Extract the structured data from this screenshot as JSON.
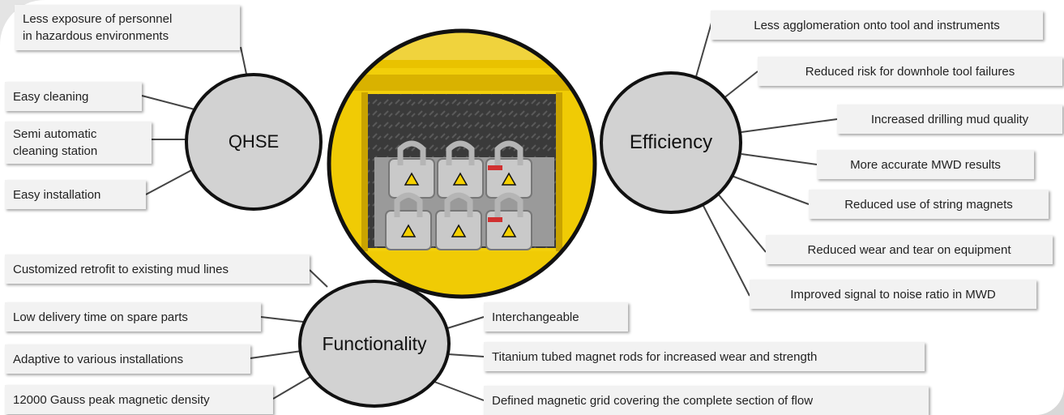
{
  "hubs": {
    "qhse": "QHSE",
    "efficiency": "Efficiency",
    "functionality": "Functionality"
  },
  "qhse_items": [
    "Less exposure  of personnel\nin hazardous environments",
    "Easy cleaning",
    "Semi automatic\ncleaning station",
    "Easy installation"
  ],
  "efficiency_items": [
    "Less agglomeration onto tool and instruments",
    "Reduced risk for downhole tool failures",
    "Increased drilling mud quality",
    "More accurate MWD results",
    "Reduced use of string magnets",
    "Reduced wear and tear on equipment",
    "Improved signal to noise ratio in MWD"
  ],
  "functionality_left_items": [
    "Customized retrofit to existing mud lines",
    "Low delivery time on spare parts",
    "Adaptive to various installations",
    "12000 Gauss peak magnetic density"
  ],
  "functionality_right_items": [
    "Interchangeable",
    "Titanium tubed magnet rods for increased wear and strength",
    "Defined magnetic grid covering the complete section of flow"
  ],
  "colors": {
    "hub_fill": "#d2d2d2",
    "hub_border": "#111111",
    "box_fill": "#f2f2f2",
    "connector": "#444444",
    "photo_yellow": "#f2cf0a"
  },
  "photo": {
    "subject": "yellow-magnet-cabinet-photo"
  }
}
